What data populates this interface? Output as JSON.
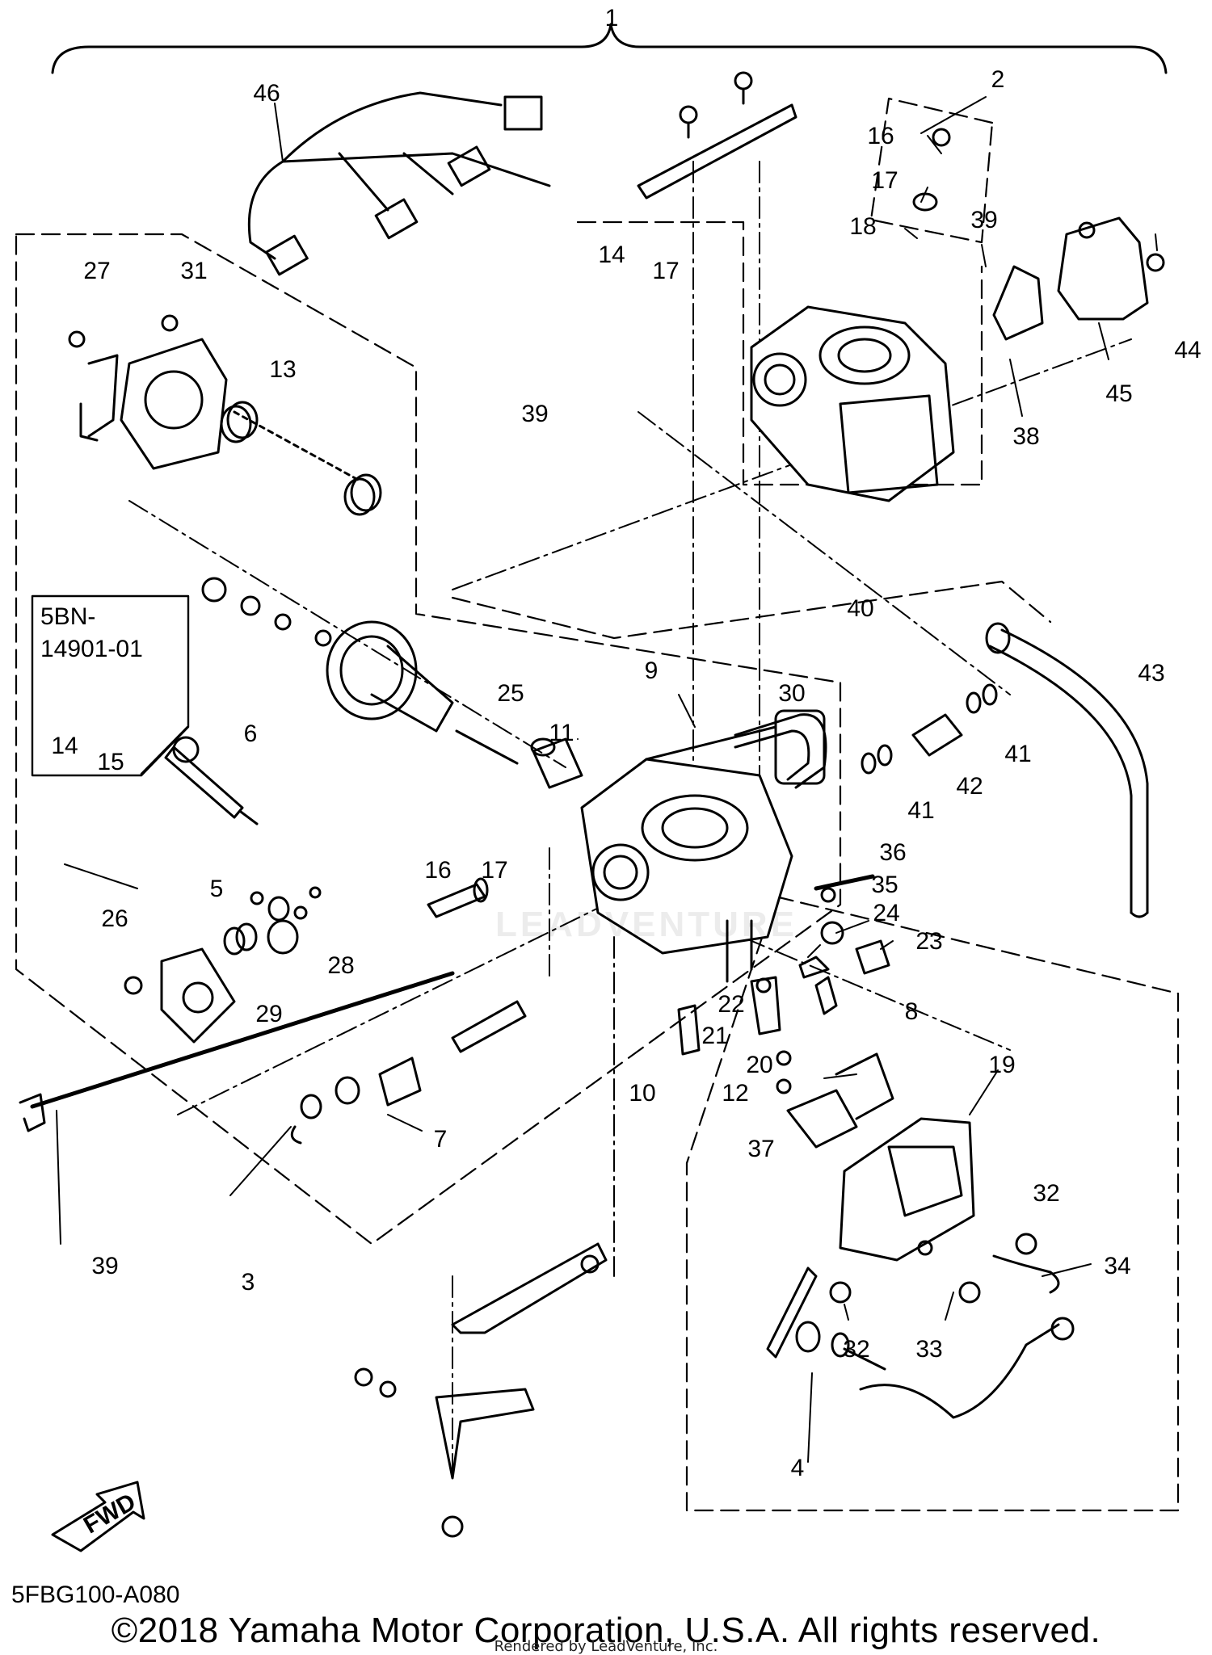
{
  "diagram": {
    "callouts": [
      "1",
      "2",
      "3",
      "4",
      "5",
      "6",
      "7",
      "8",
      "9",
      "10",
      "11",
      "12",
      "13",
      "14",
      "15",
      "16",
      "17",
      "18",
      "19",
      "20",
      "21",
      "22",
      "23",
      "24",
      "25",
      "26",
      "27",
      "28",
      "29",
      "30",
      "31",
      "32",
      "33",
      "34",
      "35",
      "36",
      "37",
      "38",
      "39",
      "40",
      "41",
      "42",
      "43",
      "44",
      "45",
      "46"
    ],
    "kit_box": {
      "line1": "5BN-",
      "line2": "14901-01"
    },
    "fwd_arrow": "FWD",
    "diagram_code": "5FBG100-A080",
    "watermark": "LEADVENTURE",
    "copyright": "©2018 Yamaha Motor Corporation, U.S.A. All rights reserved.",
    "rendered_by": "Rendered by LeadVenture, Inc."
  }
}
